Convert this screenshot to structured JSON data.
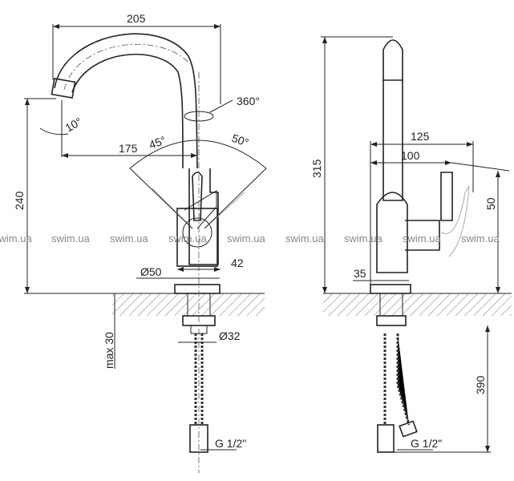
{
  "front_view": {
    "dim_width": "205",
    "dim_reach": "175",
    "dim_height": "240",
    "dim_rotation": "360°",
    "dim_spout_angle": "10°",
    "dim_lever_left": "45°",
    "dim_lever_right": "50°",
    "dim_body": "42",
    "dim_base": "Ø50",
    "dim_max_thickness": "max 30",
    "dim_hose": "Ø32",
    "dim_thread": "G 1/2\""
  },
  "side_view": {
    "dim_height": "315",
    "dim_depth_outer": "125",
    "dim_depth_inner": "100",
    "dim_lever_height": "50",
    "dim_body": "35",
    "dim_hose_length": "390",
    "dim_thread": "G 1/2\""
  },
  "watermark": "swim.ua"
}
